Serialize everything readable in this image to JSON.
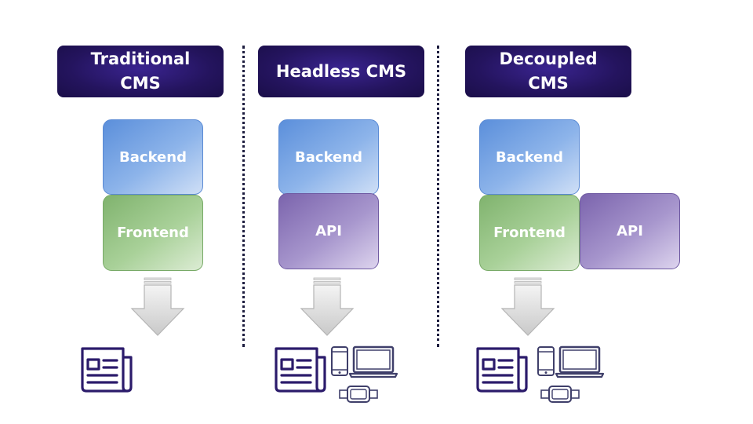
{
  "columns": [
    {
      "title": "Traditional CMS",
      "blocks": [
        "Backend",
        "Frontend"
      ]
    },
    {
      "title": "Headless CMS",
      "blocks": [
        "Backend",
        "API"
      ]
    },
    {
      "title": "Decoupled CMS",
      "blocks": [
        "Backend",
        "Frontend",
        "API"
      ]
    }
  ],
  "colors": {
    "title_bg": "#24145e",
    "backend": "#6f9fe0",
    "frontend": "#94c385",
    "api": "#8f7bbf",
    "icon_stroke": "#2b1b6b",
    "device_stroke": "#3f3f6a"
  },
  "icons": [
    "newspaper-icon",
    "smartphone-icon",
    "laptop-icon",
    "smartwatch-icon",
    "down-arrow-icon"
  ]
}
